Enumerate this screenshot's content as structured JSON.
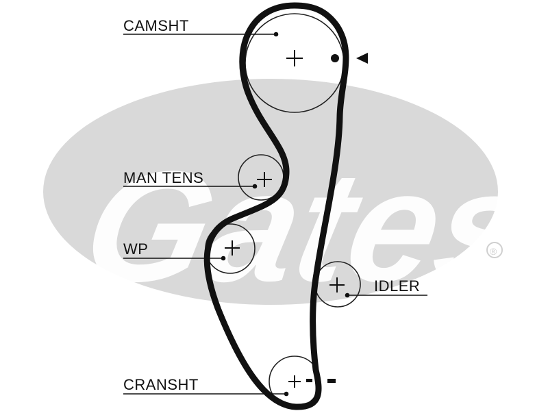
{
  "watermark": {
    "brand": "Gates",
    "registered_mark": "®",
    "color": "#d6d6d6"
  },
  "diagram": {
    "belt_color": "#111111",
    "pulleys": [
      {
        "id": "camshaft",
        "label": "CAMSHT"
      },
      {
        "id": "manual-tensioner",
        "label": "MAN TENS"
      },
      {
        "id": "water-pump",
        "label": "WP"
      },
      {
        "id": "idler",
        "label": "IDLER"
      },
      {
        "id": "crankshaft",
        "label": "CRANSHT"
      }
    ],
    "timing_marks": {
      "camshaft_dot": "●",
      "camshaft_pointer": "◀",
      "crankshaft_marks": "- -"
    }
  }
}
